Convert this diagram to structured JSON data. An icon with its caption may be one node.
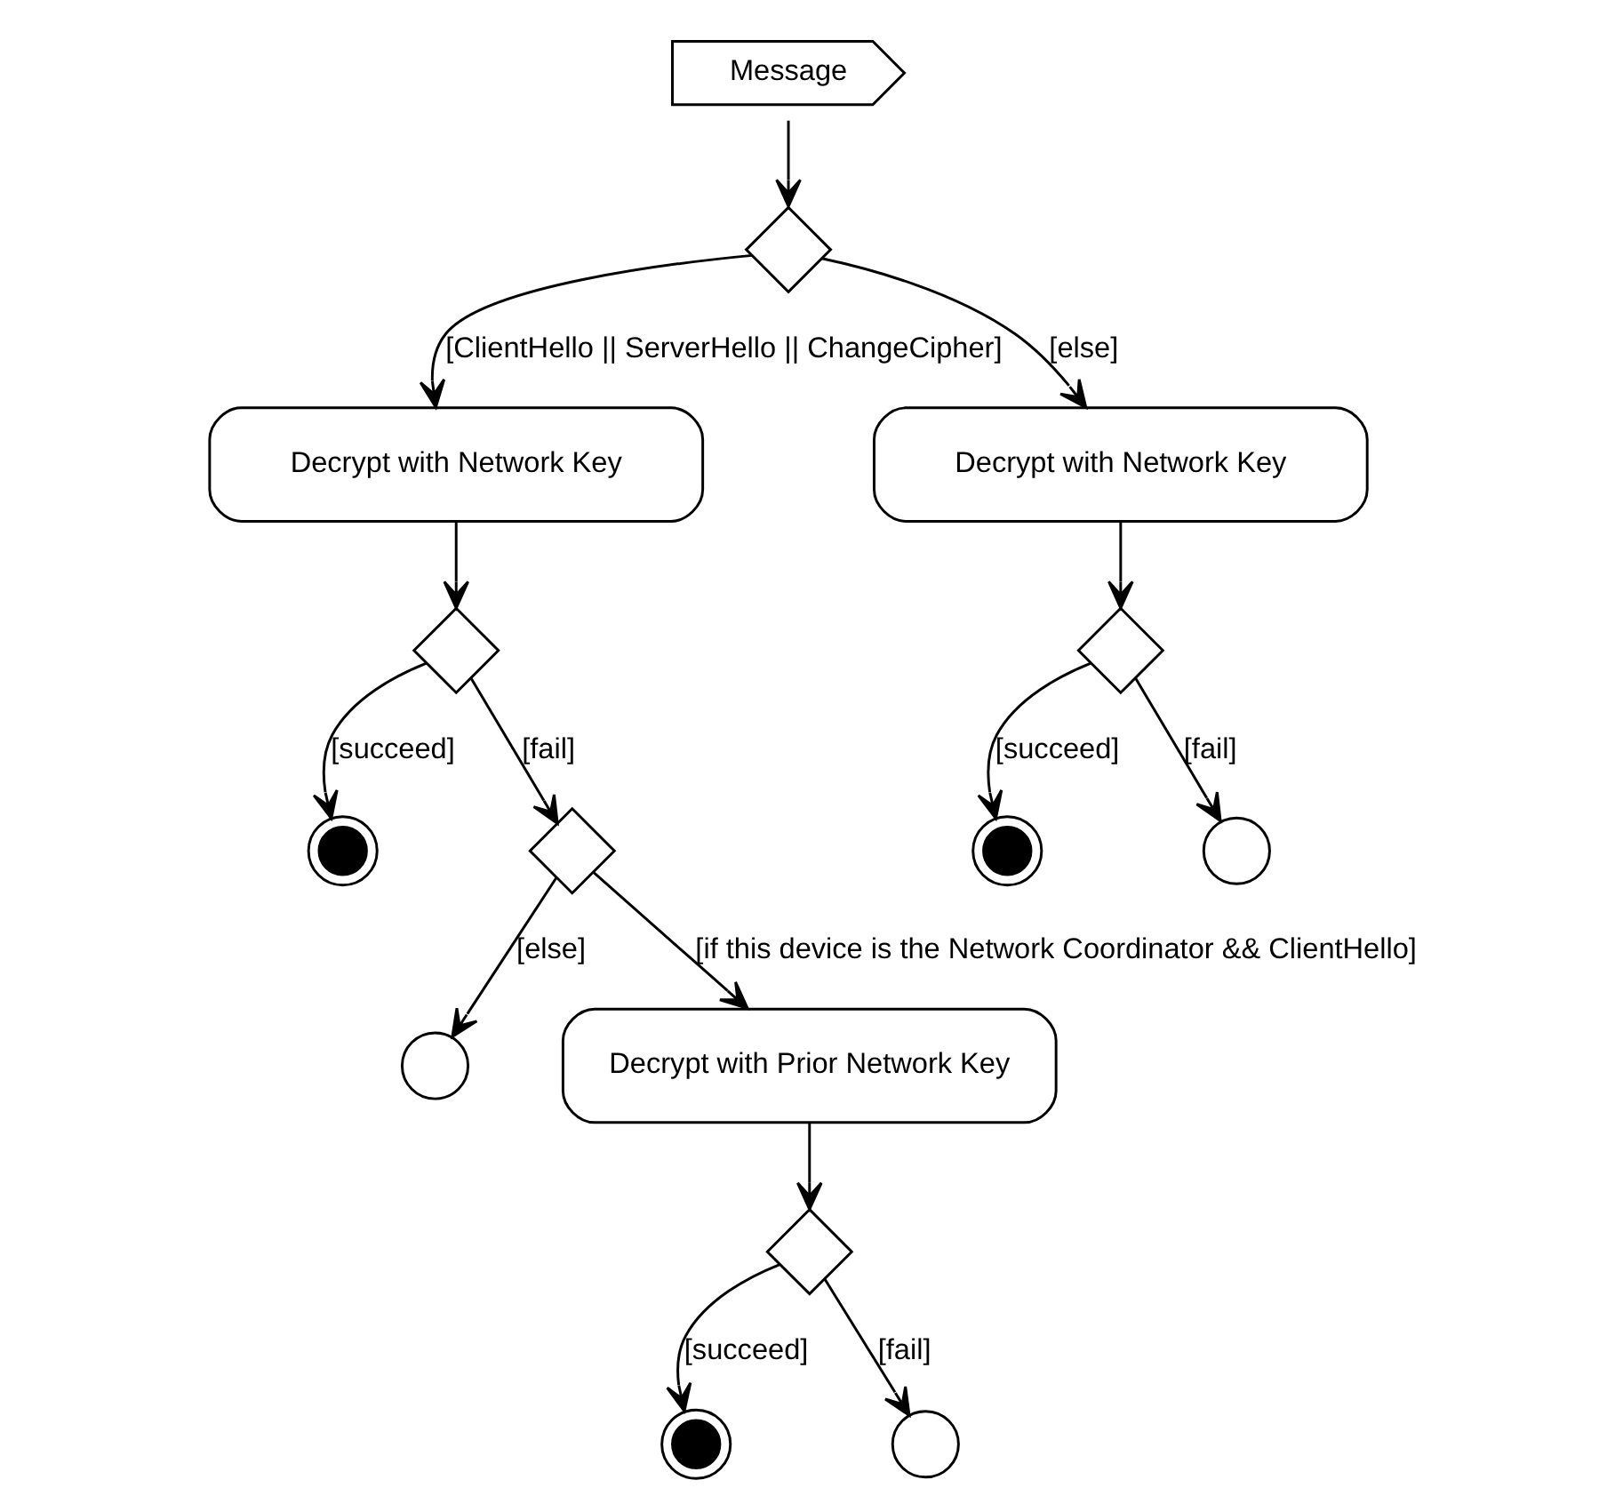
{
  "diagram": {
    "nodes": [
      {
        "text": [
          "Message"
        ]
      },
      {
        "text": [],
        "shape": "diamond"
      },
      {
        "text": [
          "Decrypt with Network Key"
        ]
      },
      {
        "text": [
          "Decrypt with Network Key"
        ]
      },
      {
        "text": [],
        "shape": "diamond"
      },
      {
        "text": [],
        "shape": "diamond"
      },
      {
        "text": [],
        "shape": "circle"
      },
      {
        "text": [],
        "shape": "diamond"
      },
      {
        "text": [],
        "shape": "circle"
      },
      {
        "text": [],
        "shape": "circle"
      },
      {
        "text": [],
        "shape": "circle"
      },
      {
        "text": [
          "Decrypt with Prior Network Key"
        ]
      },
      {
        "text": [],
        "shape": "diamond"
      },
      {
        "text": [],
        "shape": "circle"
      },
      {
        "text": [],
        "shape": "circle"
      }
    ],
    "edges": [
      {
        "from": 0,
        "to": 1,
        "arrow": "to"
      },
      {
        "from": 1,
        "to": 2,
        "arrow": "to",
        "label": "[ClientHello || ServerHello || ChangeCipher]"
      },
      {
        "from": 1,
        "to": 3,
        "arrow": "to",
        "label": "[else]"
      },
      {
        "from": 2,
        "to": 4,
        "arrow": "to"
      },
      {
        "from": 3,
        "to": 5,
        "arrow": "to"
      },
      {
        "from": 4,
        "to": 6,
        "arrow": "to",
        "label": "[succeed]"
      },
      {
        "from": 4,
        "to": 7,
        "arrow": "to",
        "label": "[fail]"
      },
      {
        "from": 5,
        "to": 8,
        "arrow": "to",
        "label": "[succeed]"
      },
      {
        "from": 5,
        "to": 9,
        "arrow": "to",
        "label": "[fail]"
      },
      {
        "from": 7,
        "to": 11,
        "arrow": "to",
        "label": "[if this device is the Network Coordinator && ClientHello]"
      },
      {
        "from": 7,
        "to": 10,
        "arrow": "to",
        "label": "[else]"
      },
      {
        "from": 11,
        "to": 12,
        "arrow": "to"
      },
      {
        "from": 12,
        "to": 13,
        "arrow": "to",
        "label": "[succeed]"
      },
      {
        "from": 12,
        "to": 14,
        "arrow": "to",
        "label": "[fail]"
      }
    ]
  }
}
